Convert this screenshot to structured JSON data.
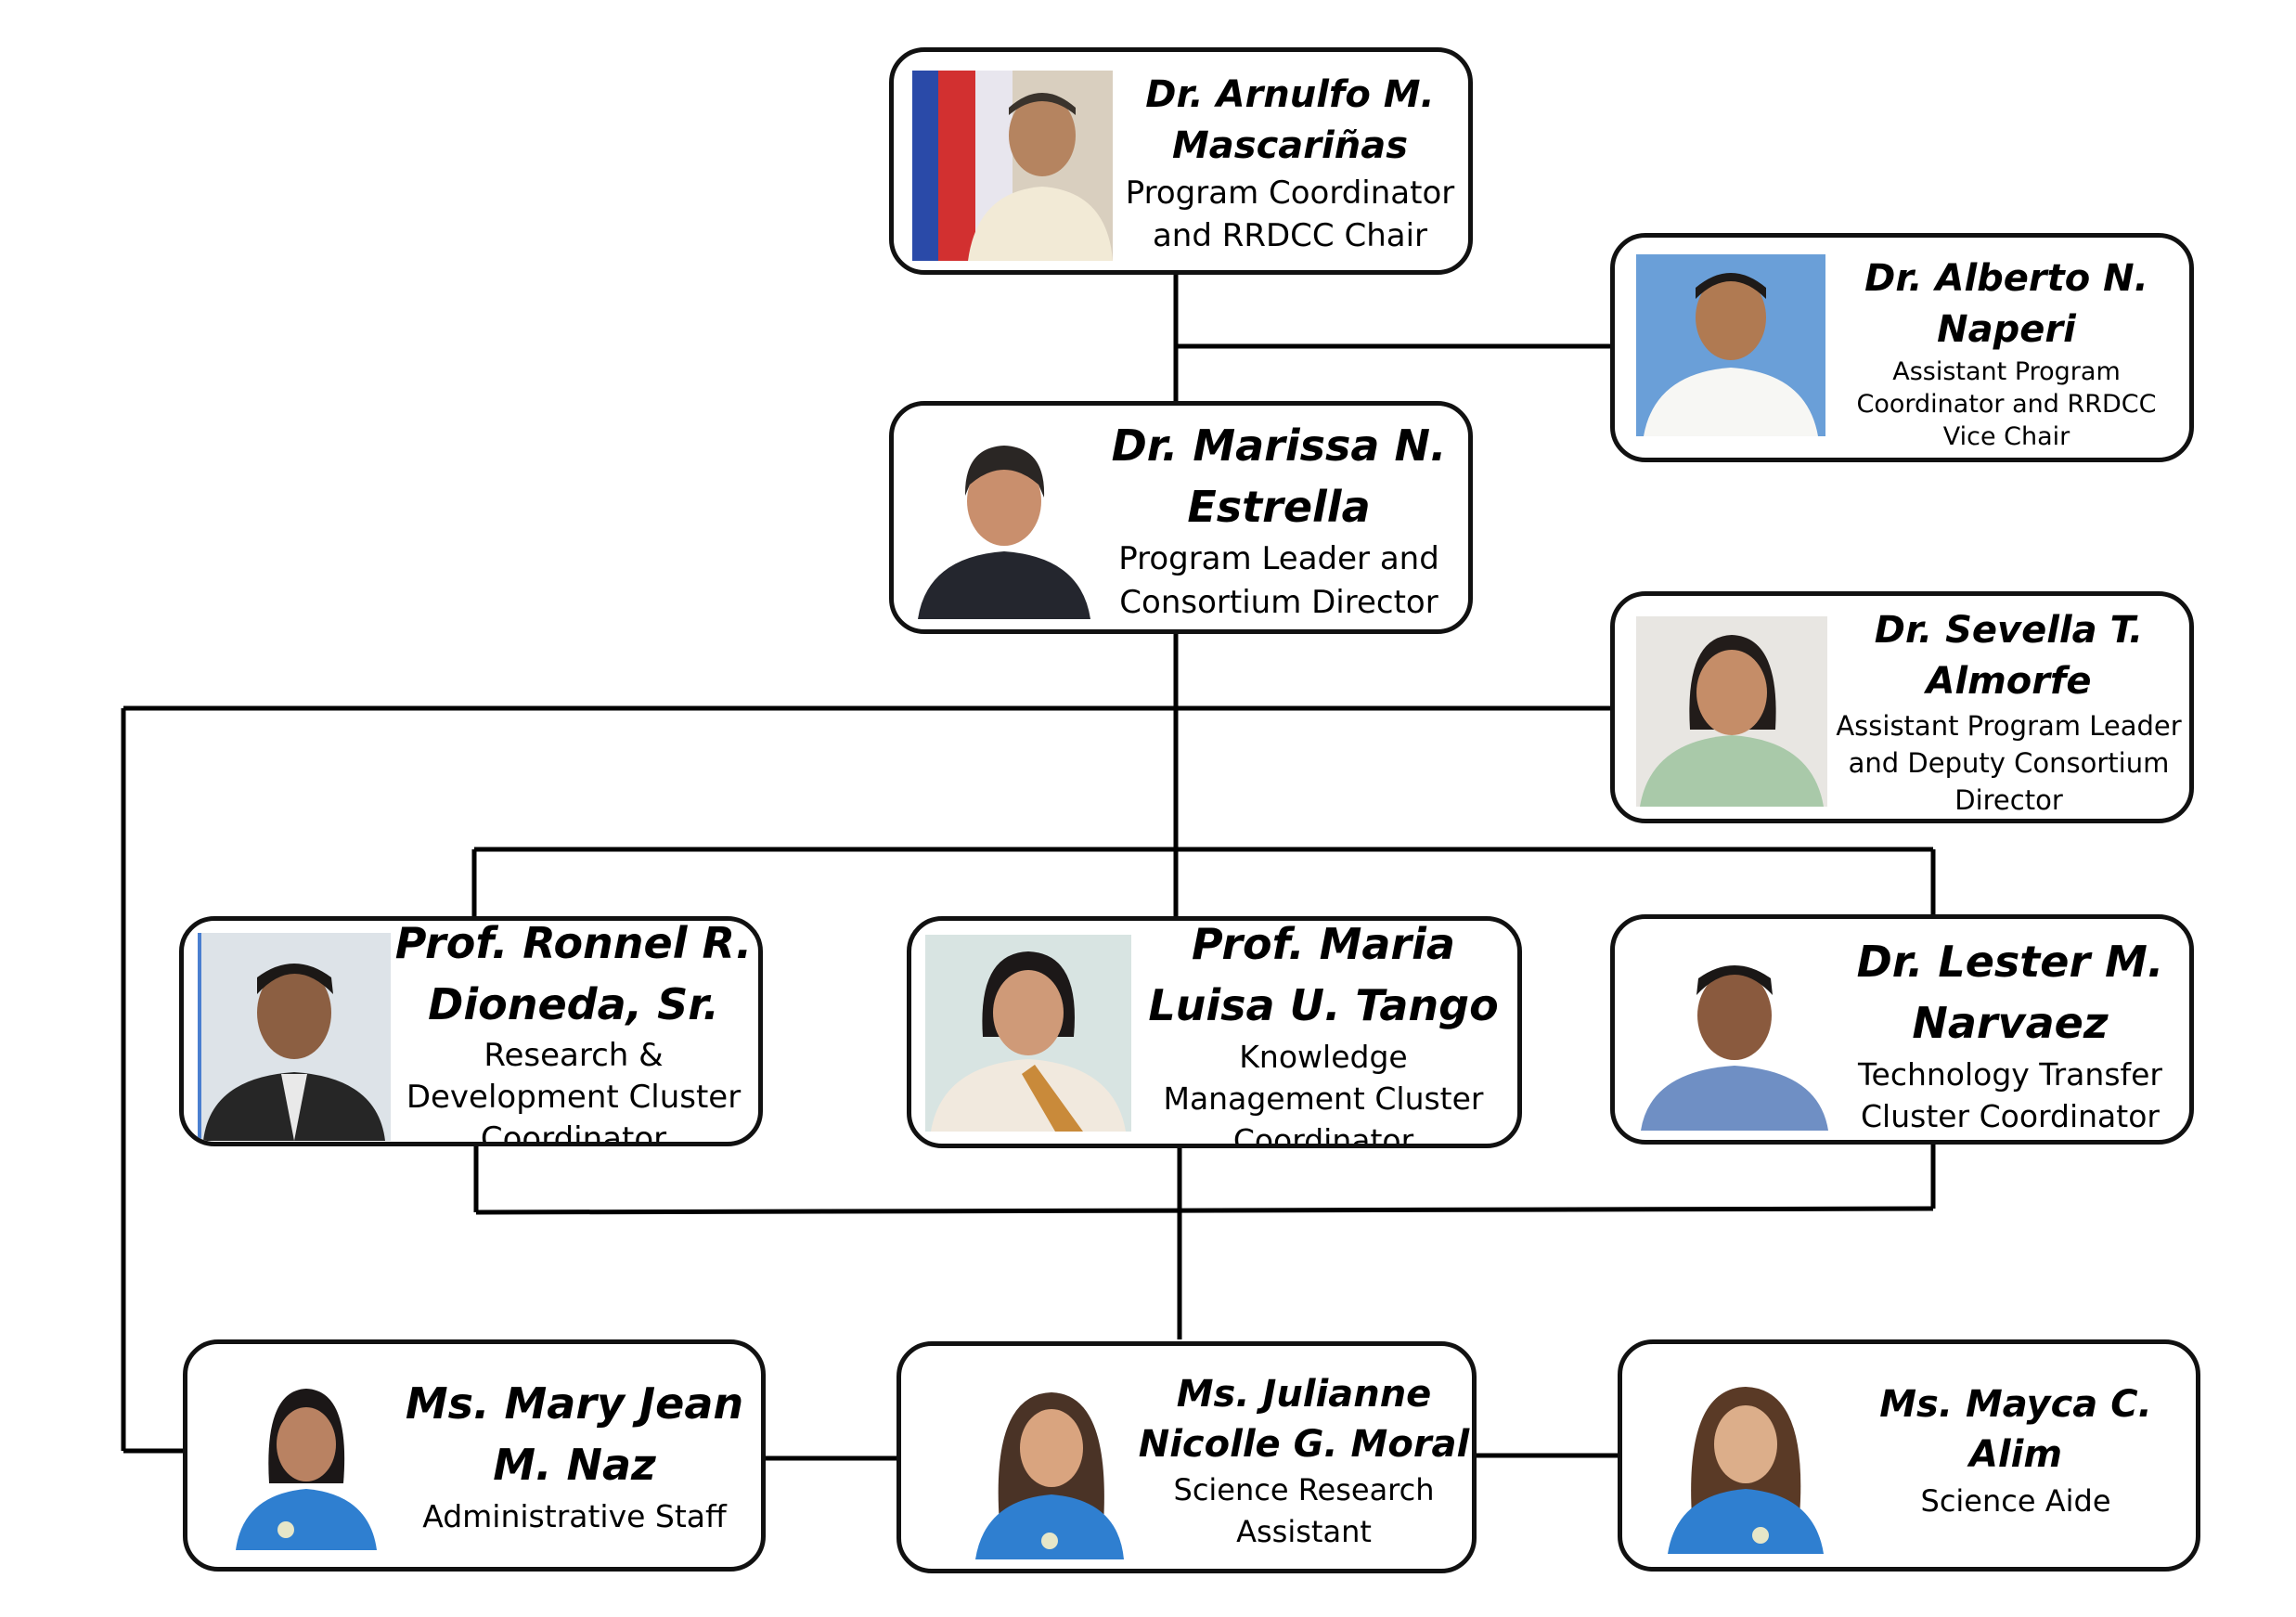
{
  "people": {
    "coordinator": {
      "name": "Dr. Arnulfo M. Mascariñas",
      "role": "Program Coordinator and RRDCC Chair"
    },
    "asst_coordinator": {
      "name": "Dr. Alberto N. Naperi",
      "role": "Assistant Program Coordinator and RRDCC Vice Chair"
    },
    "leader": {
      "name": "Dr. Marissa N. Estrella",
      "role": "Program Leader and Consortium Director"
    },
    "asst_leader": {
      "name": "Dr. Sevella T. Almorfe",
      "role": "Assistant Program Leader and Deputy Consortium Director"
    },
    "rd": {
      "name": "Prof. Ronnel R. Dioneda, Sr.",
      "role": "Research & Development Cluster Coordinator"
    },
    "km": {
      "name": "Prof. Maria Luisa U. Tango",
      "role": "Knowledge Management Cluster Coordinator"
    },
    "tt": {
      "name": "Dr. Lester M. Narvaez",
      "role": "Technology Transfer Cluster Coordinator"
    },
    "admin": {
      "name": "Ms. Mary Jean M. Naz",
      "role": "Administrative Staff"
    },
    "sra": {
      "name": "Ms. Julianne Nicolle G. Moral",
      "role": "Science Research Assistant"
    },
    "aide": {
      "name": "Ms. Mayca C. Alim",
      "role": "Science Aide"
    }
  },
  "colors": {
    "border": "#111111",
    "line": "#000000",
    "photo_bg_blue": "#6a9fd8",
    "photo_bg_light": "#e8e6e2",
    "shirt_blue": "#2f7fd0"
  }
}
